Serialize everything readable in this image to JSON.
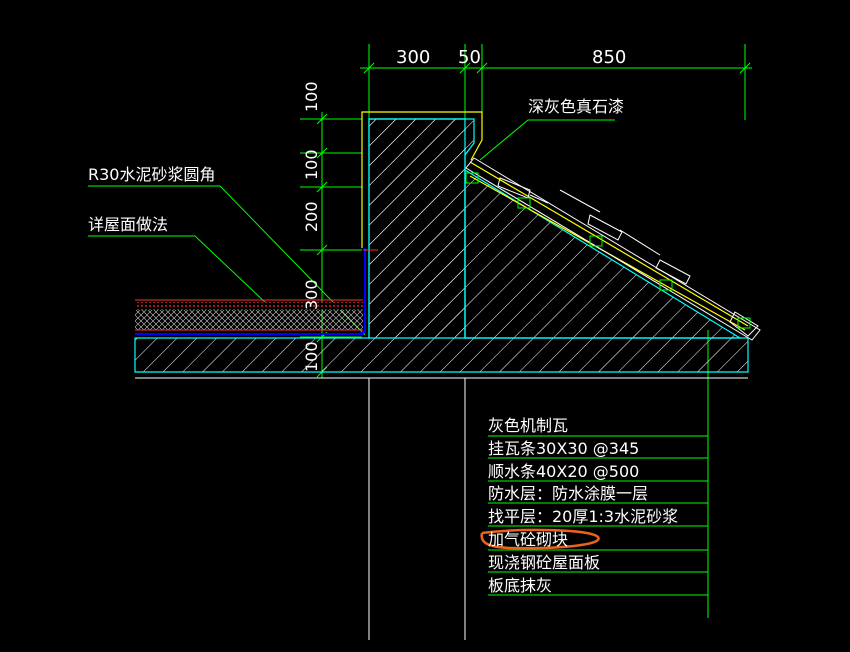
{
  "dims": {
    "top": [
      "300",
      "50",
      "850"
    ],
    "left": [
      "100",
      "100",
      "200",
      "300",
      "100"
    ]
  },
  "labels": {
    "r30": "R30水泥砂浆圆角",
    "roof_detail": "详屋面做法",
    "dark_stone": "深灰色真石漆"
  },
  "layers": [
    "灰色机制瓦",
    "挂瓦条30X30 @345",
    "顺水条40X20 @500",
    "防水层：防水涂膜一层",
    "找平层：20厚1:3水泥砂浆",
    "加气砼砌块",
    "现浇钢砼屋面板",
    "板底抹灰"
  ],
  "colors": {
    "background": "#000000",
    "dimension": "#00ff00",
    "concrete_outline": "#00ffff",
    "finish_line": "#ffff00",
    "waterproof": "#0000ff",
    "insulation": "#ff3030",
    "text": "#ffffff",
    "highlight": "#e8641e"
  }
}
